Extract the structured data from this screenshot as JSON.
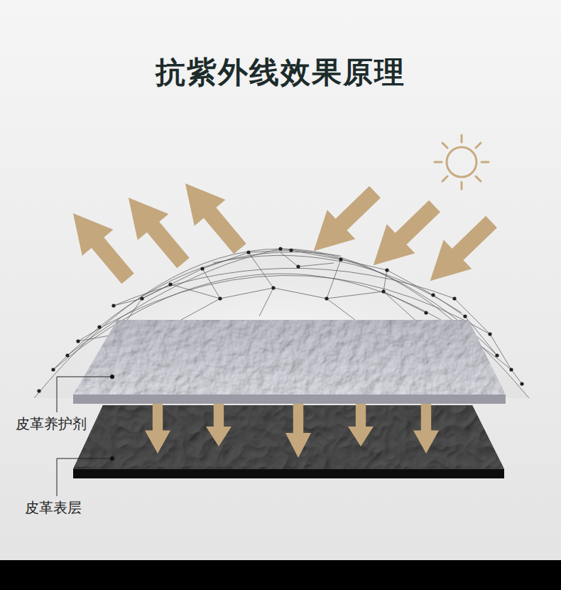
{
  "diagram": {
    "title": "抗紫外线效果原理",
    "labels": [
      "皮革养护剂",
      "皮革表层"
    ]
  }
}
